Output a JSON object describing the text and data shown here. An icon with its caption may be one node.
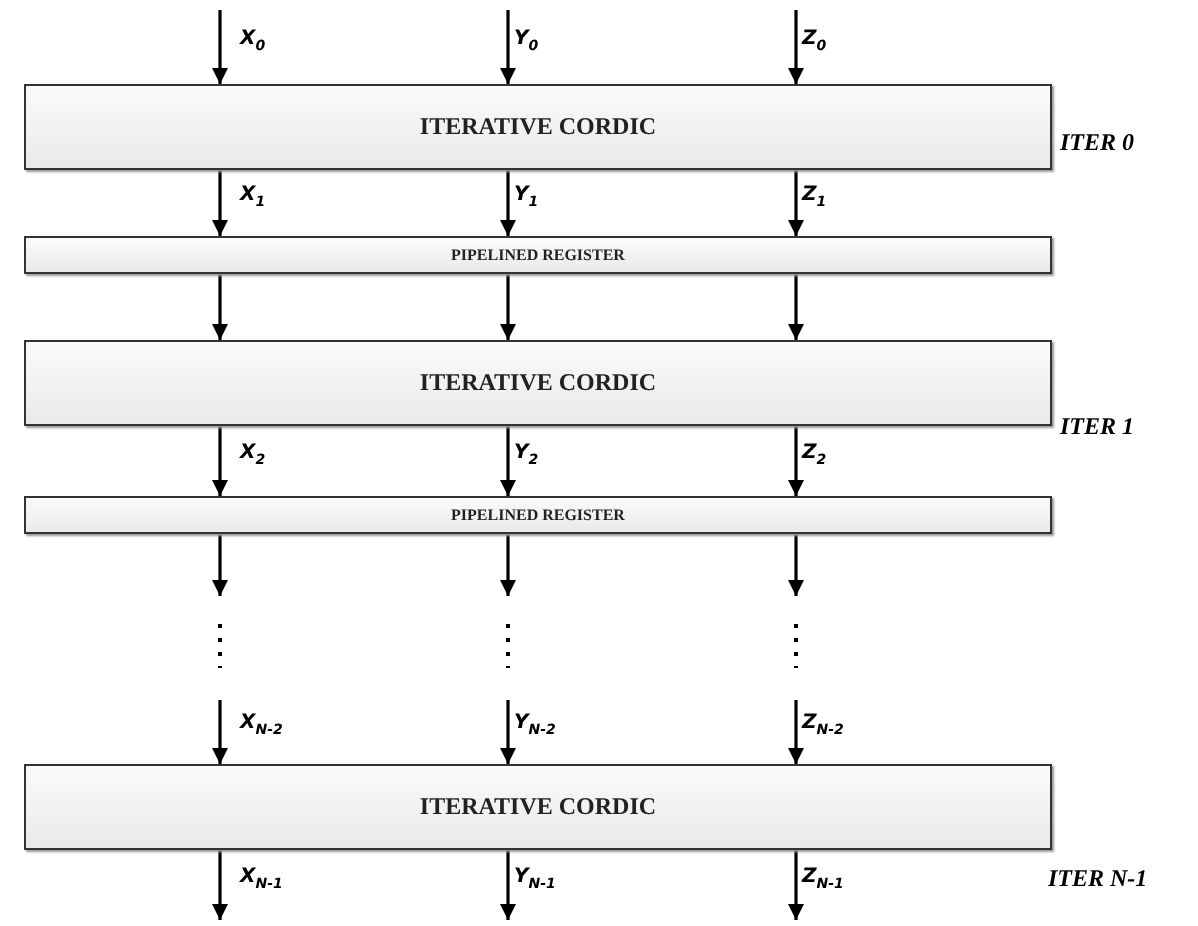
{
  "diagram": {
    "nodes": [
      {
        "text": [
          "ITERATIVE CORDIC"
        ],
        "beside": [
          "ITER 0"
        ]
      },
      {
        "text": [
          "PIPELINED REGISTER"
        ]
      },
      {
        "text": [
          "ITERATIVE CORDIC"
        ],
        "beside": [
          "ITER 1"
        ]
      },
      {
        "text": [
          "PIPELINED REGISTER"
        ]
      },
      {
        "text": [
          "ITERATIVE CORDIC"
        ],
        "beside": [
          "ITER N-1"
        ]
      }
    ],
    "edges": [
      {
        "from": null,
        "to": 0,
        "arrow": "to",
        "label": "X$_{0}$"
      },
      {
        "from": null,
        "to": 0,
        "arrow": "to",
        "label": "Y$_{0}$"
      },
      {
        "from": null,
        "to": 0,
        "arrow": "to",
        "label": "Z$_{0}$"
      },
      {
        "from": 0,
        "to": 1,
        "arrow": "to",
        "label": "X$_{1}$"
      },
      {
        "from": 0,
        "to": 1,
        "arrow": "to",
        "label": "Y$_{1}$"
      },
      {
        "from": 0,
        "to": 1,
        "arrow": "to",
        "label": "Z$_{1}$"
      },
      {
        "from": 1,
        "to": 2,
        "arrow": "to"
      },
      {
        "from": 1,
        "to": 2,
        "arrow": "to"
      },
      {
        "from": 1,
        "to": 2,
        "arrow": "to"
      },
      {
        "from": 2,
        "to": 3,
        "arrow": "to",
        "label": "X$_{2}$"
      },
      {
        "from": 2,
        "to": 3,
        "arrow": "to",
        "label": "Y$_{2}$"
      },
      {
        "from": 2,
        "to": 3,
        "arrow": "to",
        "label": "Z$_{2}$"
      },
      {
        "from": 3,
        "to": null,
        "arrow": "to"
      },
      {
        "from": 3,
        "to": null,
        "arrow": "to"
      },
      {
        "from": 3,
        "to": null,
        "arrow": "to"
      },
      {
        "from": null,
        "to": 4,
        "arrow": "to",
        "label": "X$_{N-2}$"
      },
      {
        "from": null,
        "to": 4,
        "arrow": "to",
        "label": "Y$_{N-2}$"
      },
      {
        "from": null,
        "to": 4,
        "arrow": "to",
        "label": "Z$_{N-2}$"
      },
      {
        "from": 4,
        "to": null,
        "arrow": "to",
        "label": "X$_{N-1}$"
      },
      {
        "from": 4,
        "to": null,
        "arrow": "to",
        "label": "Y$_{N-1}$"
      },
      {
        "from": 4,
        "to": null,
        "arrow": "to",
        "label": "Z$_{N-1}$"
      }
    ]
  }
}
